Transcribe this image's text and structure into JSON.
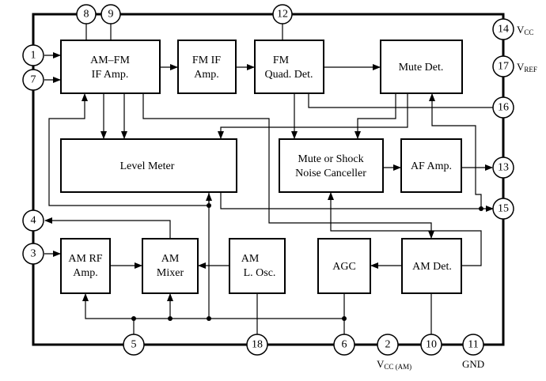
{
  "blocks": {
    "amfm_if": [
      "AM–FM",
      "IF Amp."
    ],
    "fm_if": [
      "FM IF",
      "Amp."
    ],
    "fm_quad": [
      "FM",
      "Quad. Det."
    ],
    "mute_det": [
      "Mute Det."
    ],
    "level_meter": [
      "Level Meter"
    ],
    "mute_shock": [
      "Mute or  Shock",
      "Noise Canceller"
    ],
    "af_amp": [
      "AF Amp."
    ],
    "am_rf": [
      "AM RF",
      "Amp."
    ],
    "am_mixer": [
      "AM",
      "Mixer"
    ],
    "am_osc": [
      "AM",
      "L. Osc."
    ],
    "agc": [
      "AGC"
    ],
    "am_det": [
      "AM Det."
    ]
  },
  "pins": {
    "p1": "1",
    "p2": "2",
    "p3": "3",
    "p4": "4",
    "p5": "5",
    "p6": "6",
    "p7": "7",
    "p8": "8",
    "p9": "9",
    "p10": "10",
    "p11": "11",
    "p12": "12",
    "p13": "13",
    "p14": "14",
    "p15": "15",
    "p16": "16",
    "p17": "17",
    "p18": "18"
  },
  "labels": {
    "vcc_main": "V",
    "vcc_main_sub": "CC",
    "vref": "V",
    "vref_sub": "REF",
    "vcc_am": "V",
    "vcc_am_sub": "CC (AM)",
    "gnd": "GND"
  }
}
